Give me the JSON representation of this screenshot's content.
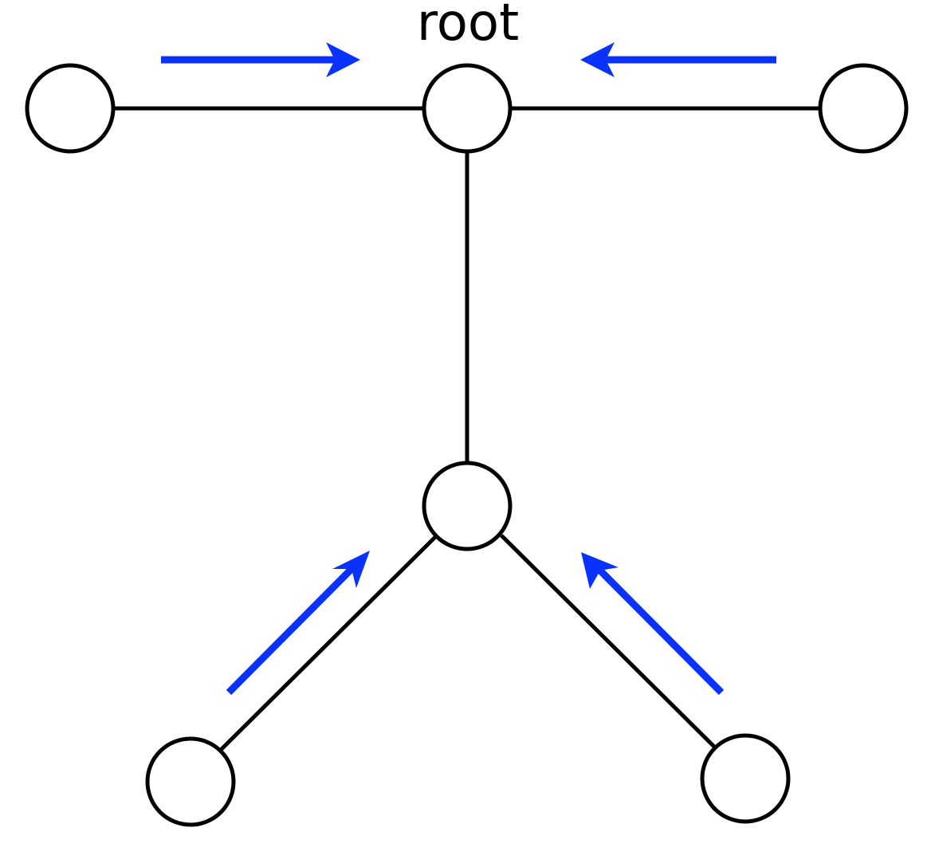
{
  "diagram": {
    "root_label": "root",
    "colors": {
      "edge": "#000000",
      "node_fill": "#ffffff",
      "node_stroke": "#000000",
      "arrow": "#0a32ff"
    },
    "nodes": [
      {
        "id": "root",
        "label": "root"
      },
      {
        "id": "left-top",
        "label": ""
      },
      {
        "id": "right-top",
        "label": ""
      },
      {
        "id": "middle",
        "label": ""
      },
      {
        "id": "bottom-left",
        "label": ""
      },
      {
        "id": "bottom-right",
        "label": ""
      }
    ],
    "edges": [
      {
        "from": "left-top",
        "to": "root"
      },
      {
        "from": "root",
        "to": "right-top"
      },
      {
        "from": "root",
        "to": "middle"
      },
      {
        "from": "middle",
        "to": "bottom-left"
      },
      {
        "from": "middle",
        "to": "bottom-right"
      }
    ],
    "flow_arrows": [
      {
        "from": "left-top",
        "to": "root"
      },
      {
        "from": "right-top",
        "to": "root"
      },
      {
        "from": "bottom-left",
        "to": "middle"
      },
      {
        "from": "bottom-right",
        "to": "middle"
      }
    ]
  }
}
